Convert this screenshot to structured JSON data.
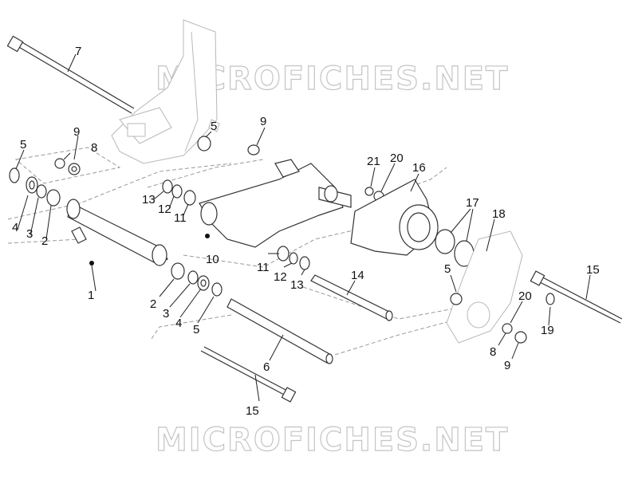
{
  "watermark": {
    "top": "MICROFICHES.NET",
    "bottom": "MICROFICHES.NET"
  },
  "callouts": {
    "c7": "7",
    "c9_top": "9",
    "c5_top": "5",
    "c8_top": "8",
    "c9_left": "9",
    "c5_left": "5",
    "c4_left": "4",
    "c3_left": "3",
    "c2_left": "2",
    "c1": "1",
    "c13_a": "13",
    "c12_a": "12",
    "c11_a": "11",
    "c10": "10",
    "c11_b": "11",
    "c12_b": "12",
    "c13_b": "13",
    "c2_mid": "2",
    "c3_mid": "3",
    "c4_mid": "4",
    "c5_mid": "5",
    "c6": "6",
    "c15_bottom": "15",
    "c14": "14",
    "c21": "21",
    "c20_top": "20",
    "c16": "16",
    "c17": "17",
    "c18": "18",
    "c5_right": "5",
    "c15_right": "15",
    "c20_right": "20",
    "c19": "19",
    "c8_right": "8",
    "c9_right": "9"
  }
}
